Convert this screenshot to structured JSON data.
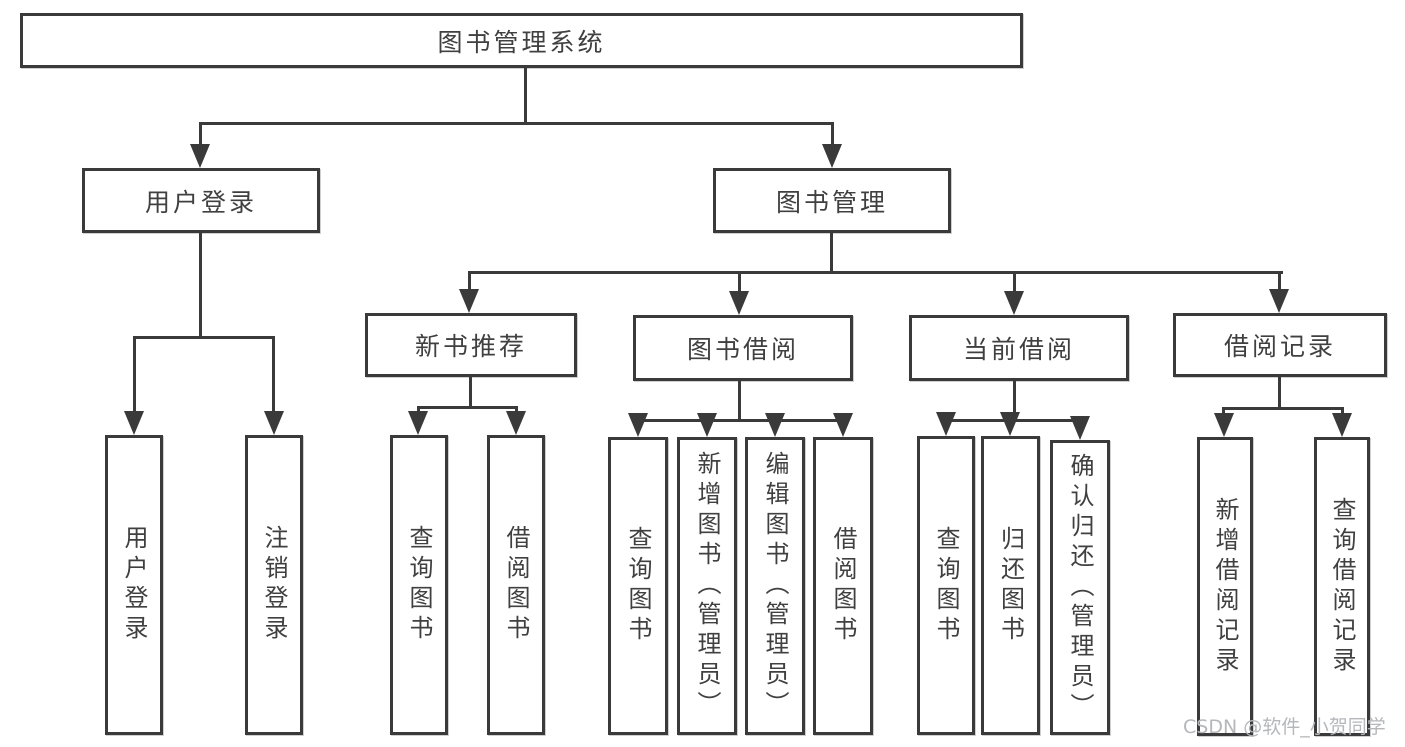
{
  "diagram": {
    "title": "图书管理系统",
    "root": {
      "label": "图书管理系统"
    },
    "level2": [
      {
        "label": "用户登录"
      },
      {
        "label": "图书管理"
      }
    ],
    "level3": [
      {
        "label": "新书推荐"
      },
      {
        "label": "图书借阅"
      },
      {
        "label": "当前借阅"
      },
      {
        "label": "借阅记录"
      }
    ],
    "leaves": [
      {
        "label": "用户登录",
        "parent": "用户登录"
      },
      {
        "label": "注销登录",
        "parent": "用户登录"
      },
      {
        "label": "查询图书",
        "parent": "新书推荐"
      },
      {
        "label": "借阅图书",
        "parent": "新书推荐"
      },
      {
        "label": "查询图书",
        "parent": "图书借阅"
      },
      {
        "label": "新增图书（管理员）",
        "parent": "图书借阅"
      },
      {
        "label": "编辑图书（管理员）",
        "parent": "图书借阅"
      },
      {
        "label": "借阅图书",
        "parent": "图书借阅"
      },
      {
        "label": "查询图书",
        "parent": "当前借阅"
      },
      {
        "label": "归还图书",
        "parent": "当前借阅"
      },
      {
        "label": "确认归还（管理员）",
        "parent": "当前借阅"
      },
      {
        "label": "新增借阅记录",
        "parent": "借阅记录"
      },
      {
        "label": "查询借阅记录",
        "parent": "借阅记录"
      }
    ],
    "colors": {
      "line": "#3a3a3a",
      "text": "#404040",
      "background": "#ffffff",
      "watermark": "#b5b7ba"
    }
  },
  "watermark": {
    "text": "CSDN @软件_小贺同学"
  }
}
